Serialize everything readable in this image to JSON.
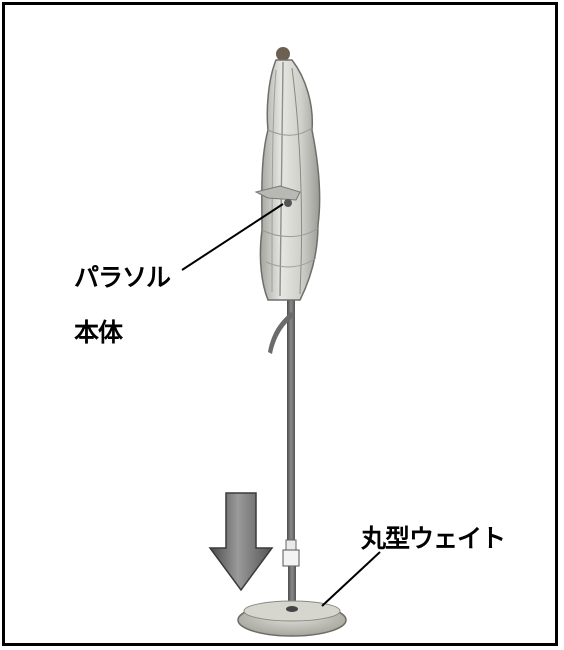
{
  "labels": {
    "parasol_line1": "パラソル",
    "parasol_line2": "本体",
    "weight": "丸型ウェイト"
  },
  "colors": {
    "border": "#000000",
    "canopy": "#d9d9d6",
    "canopy_shadow": "#a8a8a4",
    "pole": "#6e6e6e",
    "arrow": "#6a6a6a",
    "base": "#cfcfc8"
  }
}
